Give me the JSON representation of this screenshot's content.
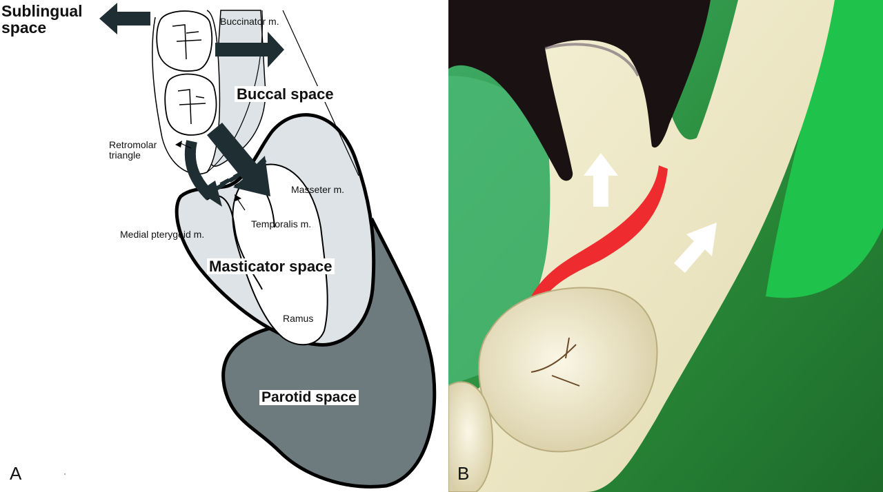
{
  "panel_a": {
    "letter": "A",
    "labels": {
      "sublingual": "Sublingual space",
      "buccinator": "Buccinator m.",
      "buccal": "Buccal space",
      "retromolar": "Retromolar triangle",
      "masseter": "Masseter m.",
      "temporalis": "Temporalis m.",
      "medial_pterygoid": "Medial pterygoid m.",
      "masticator": "Masticator space",
      "ramus": "Ramus",
      "parotid": "Parotid space"
    },
    "colors": {
      "fascial_space": "#dde3e6",
      "parotid": "#6d7b7f",
      "arrow": "#1f2e33"
    }
  },
  "panel_b": {
    "letter": "B",
    "colors": {
      "background_green": "#2f8a3c",
      "bone": "#efe9c8",
      "pointer": "#1a1112",
      "highlight": "#ee2b2e",
      "arrow": "#ffffff"
    }
  }
}
